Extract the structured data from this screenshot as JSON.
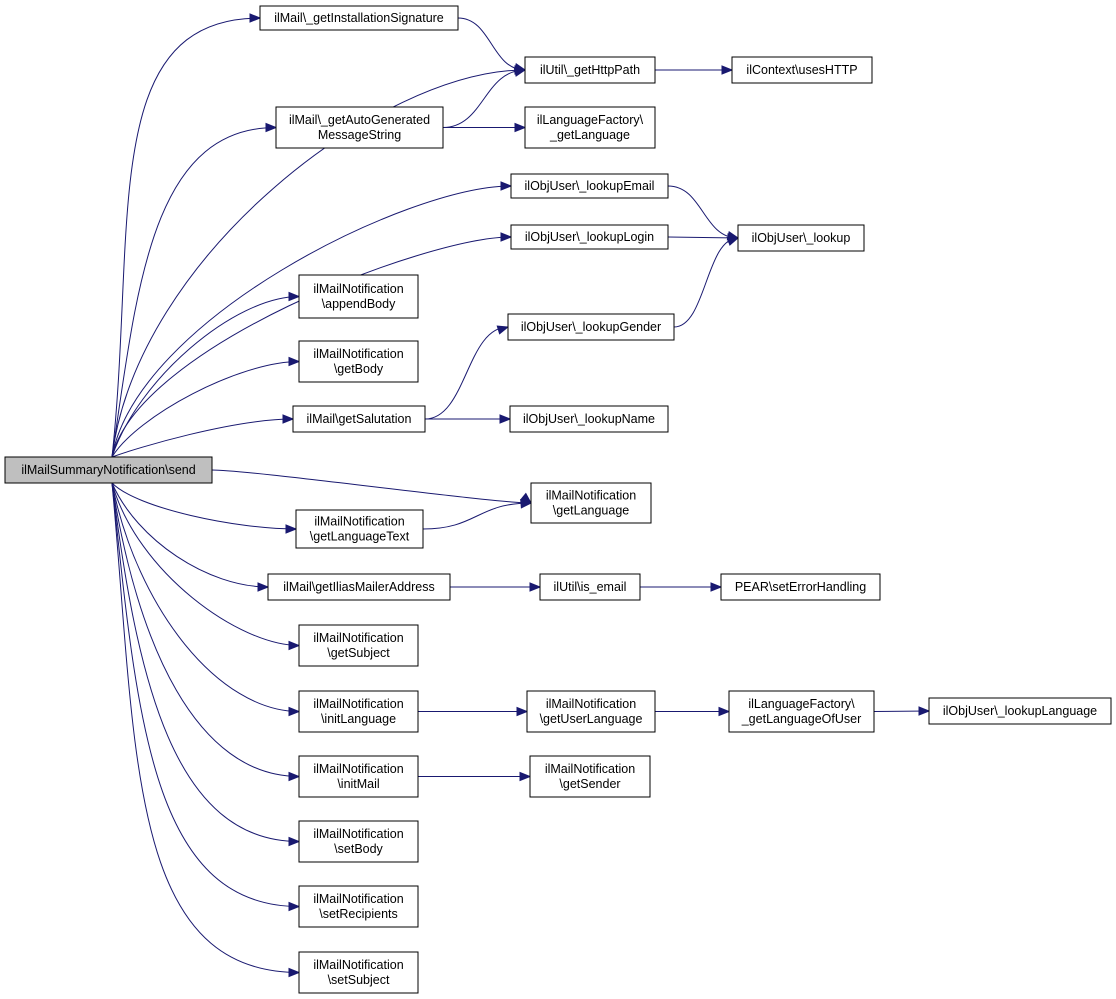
{
  "diagram": {
    "nodes": {
      "root": {
        "lines": [
          "ilMailSummaryNotification\\send"
        ]
      },
      "installSig": {
        "lines": [
          "ilMail\\_getInstallationSignature"
        ]
      },
      "httpPath": {
        "lines": [
          "ilUtil\\_getHttpPath"
        ]
      },
      "usesHttp": {
        "lines": [
          "ilContext\\usesHTTP"
        ]
      },
      "autoGen": {
        "lines": [
          "ilMail\\_getAutoGenerated",
          "MessageString"
        ]
      },
      "langFactory": {
        "lines": [
          "ilLanguageFactory\\",
          "_getLanguage"
        ]
      },
      "lookupEmail": {
        "lines": [
          "ilObjUser\\_lookupEmail"
        ]
      },
      "lookupLogin": {
        "lines": [
          "ilObjUser\\_lookupLogin"
        ]
      },
      "lookup": {
        "lines": [
          "ilObjUser\\_lookup"
        ]
      },
      "appendBody": {
        "lines": [
          "ilMailNotification",
          "\\appendBody"
        ]
      },
      "lookupGender": {
        "lines": [
          "ilObjUser\\_lookupGender"
        ]
      },
      "getBody": {
        "lines": [
          "ilMailNotification",
          "\\getBody"
        ]
      },
      "getSalutation": {
        "lines": [
          "ilMail\\getSalutation"
        ]
      },
      "lookupName": {
        "lines": [
          "ilObjUser\\_lookupName"
        ]
      },
      "getLanguage": {
        "lines": [
          "ilMailNotification",
          "\\getLanguage"
        ]
      },
      "getLanguageText": {
        "lines": [
          "ilMailNotification",
          "\\getLanguageText"
        ]
      },
      "mailerAddress": {
        "lines": [
          "ilMail\\getIliasMailerAddress"
        ]
      },
      "isEmail": {
        "lines": [
          "ilUtil\\is_email"
        ]
      },
      "pearError": {
        "lines": [
          "PEAR\\setErrorHandling"
        ]
      },
      "getSubject": {
        "lines": [
          "ilMailNotification",
          "\\getSubject"
        ]
      },
      "initLanguage": {
        "lines": [
          "ilMailNotification",
          "\\initLanguage"
        ]
      },
      "getUserLanguage": {
        "lines": [
          "ilMailNotification",
          "\\getUserLanguage"
        ]
      },
      "langOfUser": {
        "lines": [
          "ilLanguageFactory\\",
          "_getLanguageOfUser"
        ]
      },
      "lookupLanguage": {
        "lines": [
          "ilObjUser\\_lookupLanguage"
        ]
      },
      "initMail": {
        "lines": [
          "ilMailNotification",
          "\\initMail"
        ]
      },
      "getSender": {
        "lines": [
          "ilMailNotification",
          "\\getSender"
        ]
      },
      "setBody": {
        "lines": [
          "ilMailNotification",
          "\\setBody"
        ]
      },
      "setRecipients": {
        "lines": [
          "ilMailNotification",
          "\\setRecipients"
        ]
      },
      "setSubject": {
        "lines": [
          "ilMailNotification",
          "\\setSubject"
        ]
      }
    },
    "edges": [
      [
        "root",
        "installSig"
      ],
      [
        "root",
        "httpPath"
      ],
      [
        "root",
        "autoGen"
      ],
      [
        "root",
        "lookupEmail"
      ],
      [
        "root",
        "lookupLogin"
      ],
      [
        "root",
        "appendBody"
      ],
      [
        "root",
        "getBody"
      ],
      [
        "root",
        "getSalutation"
      ],
      [
        "root",
        "getLanguage"
      ],
      [
        "root",
        "getLanguageText"
      ],
      [
        "root",
        "mailerAddress"
      ],
      [
        "root",
        "getSubject"
      ],
      [
        "root",
        "initLanguage"
      ],
      [
        "root",
        "initMail"
      ],
      [
        "root",
        "setBody"
      ],
      [
        "root",
        "setRecipients"
      ],
      [
        "root",
        "setSubject"
      ],
      [
        "installSig",
        "httpPath"
      ],
      [
        "autoGen",
        "httpPath"
      ],
      [
        "autoGen",
        "langFactory"
      ],
      [
        "httpPath",
        "usesHttp"
      ],
      [
        "lookupEmail",
        "lookup"
      ],
      [
        "lookupLogin",
        "lookup"
      ],
      [
        "lookupGender",
        "lookup"
      ],
      [
        "getSalutation",
        "lookupGender"
      ],
      [
        "getSalutation",
        "lookupName"
      ],
      [
        "getLanguageText",
        "getLanguage"
      ],
      [
        "mailerAddress",
        "isEmail"
      ],
      [
        "isEmail",
        "pearError"
      ],
      [
        "initLanguage",
        "getUserLanguage"
      ],
      [
        "getUserLanguage",
        "langOfUser"
      ],
      [
        "langOfUser",
        "lookupLanguage"
      ],
      [
        "initMail",
        "getSender"
      ]
    ]
  }
}
